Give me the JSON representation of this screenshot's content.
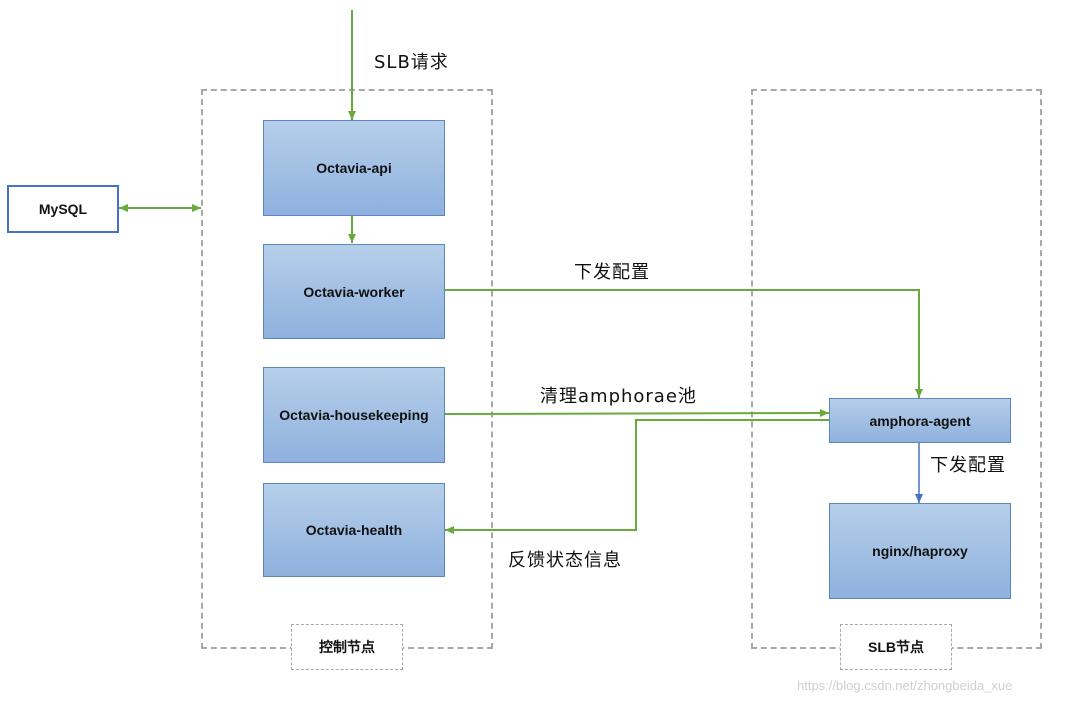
{
  "nodes": {
    "mysql": "MySQL",
    "octavia_api": "Octavia-api",
    "octavia_worker": "Octavia-worker",
    "octavia_housekeeping": "Octavia-housekeeping",
    "octavia_health": "Octavia-health",
    "amphora_agent": "amphora-agent",
    "nginx_haproxy": "nginx/haproxy"
  },
  "groups": {
    "control_node": "控制节点",
    "slb_node": "SLB节点"
  },
  "edge_labels": {
    "slb_request": "SLB请求",
    "dispatch_config_worker": "下发配置",
    "clean_amphorae_pool": "清理amphorae池",
    "dispatch_config_agent": "下发配置",
    "feedback_status": "反馈状态信息"
  },
  "watermark": "https://blog.csdn.net/zhongbeida_xue",
  "colors": {
    "green_arrow": "#6aaa3c",
    "blue_arrow": "#4472c4",
    "node_fill_top": "#b6cfea",
    "node_fill_bottom": "#8fb1de",
    "dashed_border": "#a8a8a8"
  }
}
